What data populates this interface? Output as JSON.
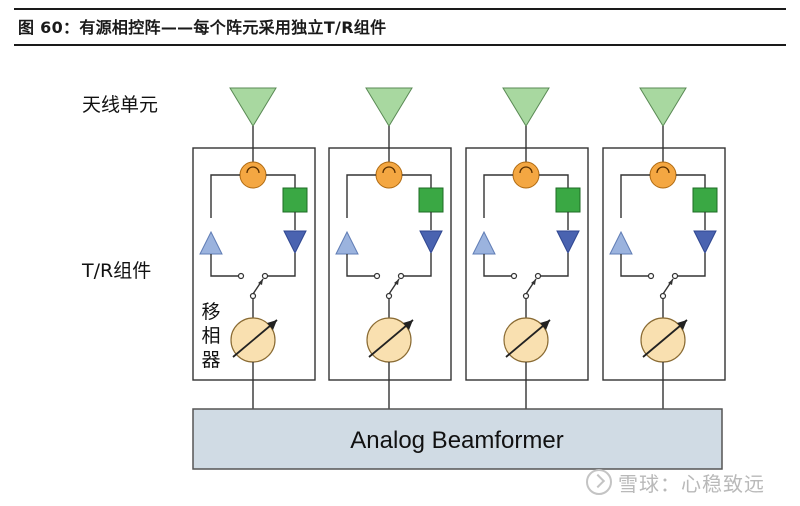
{
  "caption": "图 60：有源相控阵——每个阵元采用独立T/R组件",
  "labels": {
    "antenna": "天线单元",
    "tr_module": "T/R组件",
    "phase_shifter_chars": [
      "移",
      "相",
      "器"
    ],
    "beamformer": "Analog Beamformer"
  },
  "modules": [
    {
      "name": "tr-module-1"
    },
    {
      "name": "tr-module-2"
    },
    {
      "name": "tr-module-3"
    },
    {
      "name": "tr-module-4"
    }
  ],
  "colors": {
    "antenna": "#a8d8a0",
    "circulator": "#f4a742",
    "filter": "#3aa844",
    "lna_tri": "#9bb3de",
    "pa_tri": "#4a63b0",
    "phase_shifter": "#f9e0b0",
    "beamformer": "#d0dbe4"
  },
  "watermark": "雪球：心稳致远"
}
